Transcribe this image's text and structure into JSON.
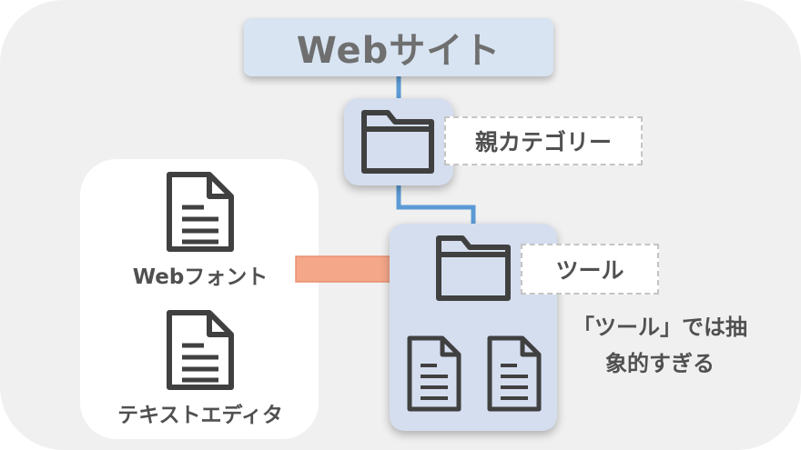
{
  "root": {
    "label": "Webサイト"
  },
  "parent_category": {
    "label": "親カテゴリー"
  },
  "child_category": {
    "label": "ツール"
  },
  "left_items": [
    {
      "label": "Webフォント",
      "icon": "document-icon"
    },
    {
      "label": "テキストエディタ",
      "icon": "document-icon"
    }
  ],
  "note": {
    "line1": "「ツール」では抽",
    "line2": "象的すぎる"
  },
  "colors": {
    "background": "#f0f0f0",
    "card_fill": "#d5deef",
    "connector": "#5b9bd5",
    "arrow": "#f4a789",
    "icon_stroke": "#404040",
    "text": "#505050"
  }
}
